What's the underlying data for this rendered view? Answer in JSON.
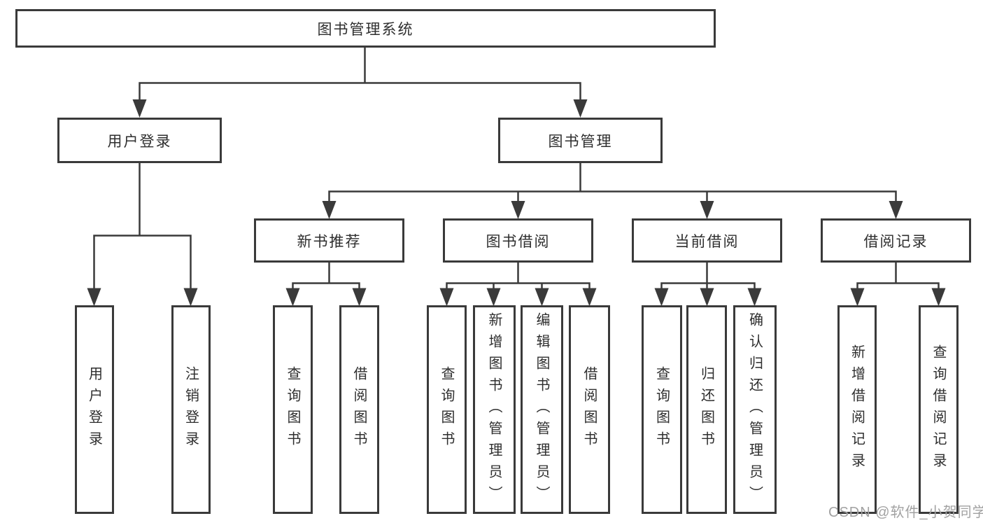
{
  "watermark": "CSDN @软件_小贺同学",
  "colors": {
    "line": "#3a3a3a",
    "box_border": "#3a3a3a",
    "text": "#2e2e2e",
    "watermark": "#a2a2a2",
    "background": "#ffffff"
  },
  "tree": {
    "root": {
      "label": "图书管理系统",
      "children": [
        {
          "label": "用户登录",
          "children": [
            {
              "label": "用户登录"
            },
            {
              "label": "注销登录"
            }
          ]
        },
        {
          "label": "图书管理",
          "children": [
            {
              "label": "新书推荐",
              "children": [
                {
                  "label": "查询图书"
                },
                {
                  "label": "借阅图书"
                }
              ]
            },
            {
              "label": "图书借阅",
              "children": [
                {
                  "label": "查询图书"
                },
                {
                  "label": "新增图书（管理员）"
                },
                {
                  "label": "编辑图书（管理员）"
                },
                {
                  "label": "借阅图书"
                }
              ]
            },
            {
              "label": "当前借阅",
              "children": [
                {
                  "label": "查询图书"
                },
                {
                  "label": "归还图书"
                },
                {
                  "label": "确认归还（管理员）"
                }
              ]
            },
            {
              "label": "借阅记录",
              "children": [
                {
                  "label": "新增借阅记录"
                },
                {
                  "label": "查询借阅记录"
                }
              ]
            }
          ]
        }
      ]
    }
  }
}
